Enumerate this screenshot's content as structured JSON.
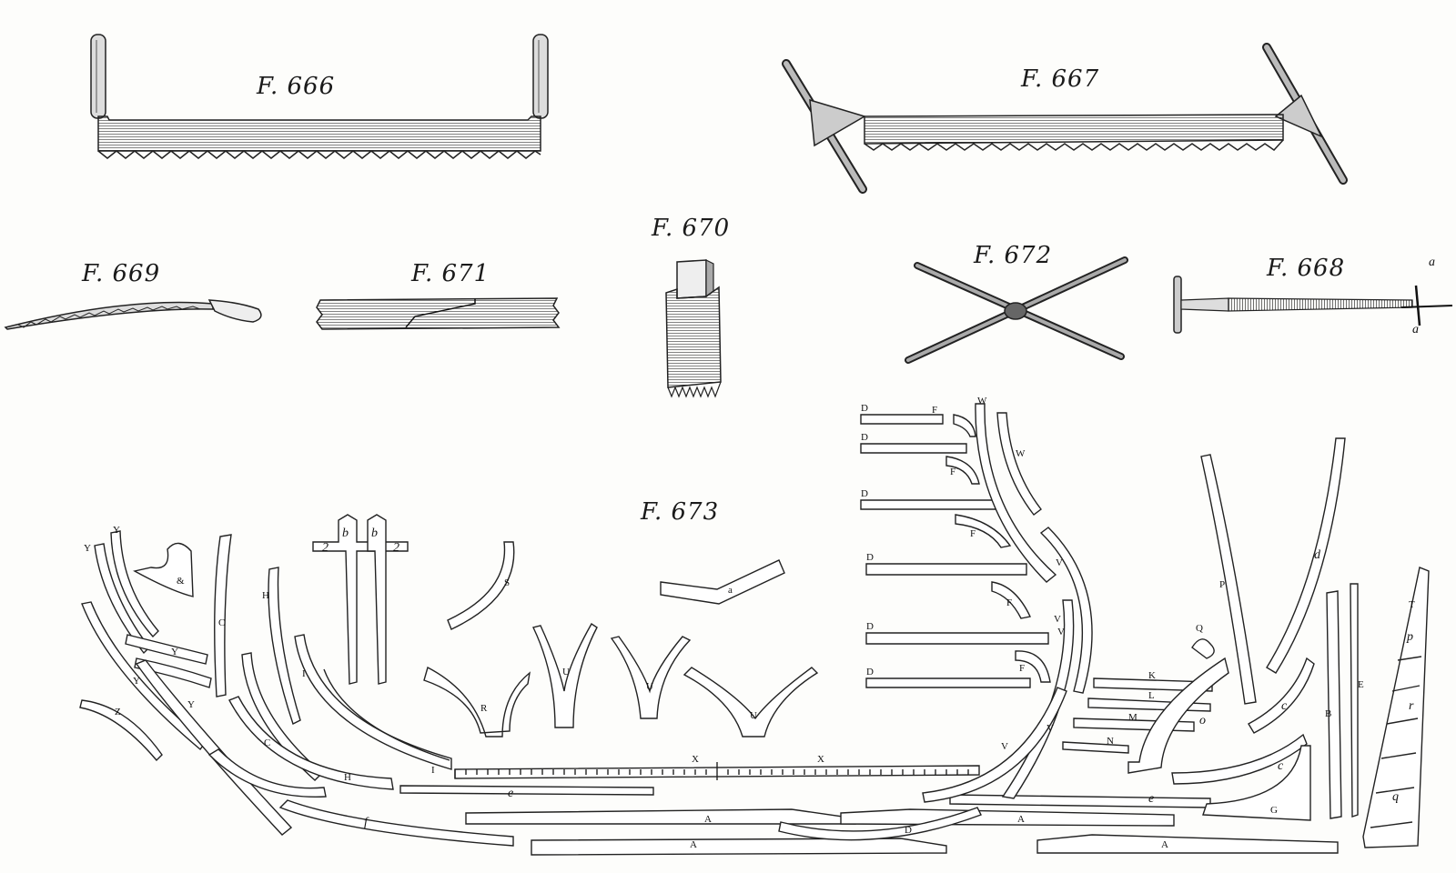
{
  "figures": {
    "fig_666": "F. 666",
    "fig_667": "F. 667",
    "fig_668": "F. 668",
    "fig_669": "F. 669",
    "fig_670": "F. 670",
    "fig_671": "F. 671",
    "fig_672": "F. 672",
    "fig_673": "F. 673"
  },
  "fig_668_letters": [
    "a",
    "a"
  ],
  "fig_673_letters": [
    "Y",
    "Y",
    "Y",
    "Y",
    "Y",
    "Z",
    "&",
    "C",
    "C",
    "H",
    "H",
    "b",
    "b",
    "2",
    "2",
    "I",
    "I",
    "S",
    "a",
    "R",
    "U",
    "U",
    "U",
    "X",
    "X",
    "e",
    "e",
    "f",
    "A",
    "A",
    "A",
    "A",
    "D",
    "D",
    "D",
    "D",
    "D",
    "D",
    "D",
    "F",
    "F",
    "F",
    "F",
    "F",
    "W",
    "W",
    "V",
    "V",
    "V",
    "V",
    "V",
    "K",
    "L",
    "M",
    "N",
    "P",
    "d",
    "Q",
    "o",
    "c",
    "c",
    "G",
    "B",
    "E",
    "T",
    "p",
    "r",
    "q"
  ]
}
